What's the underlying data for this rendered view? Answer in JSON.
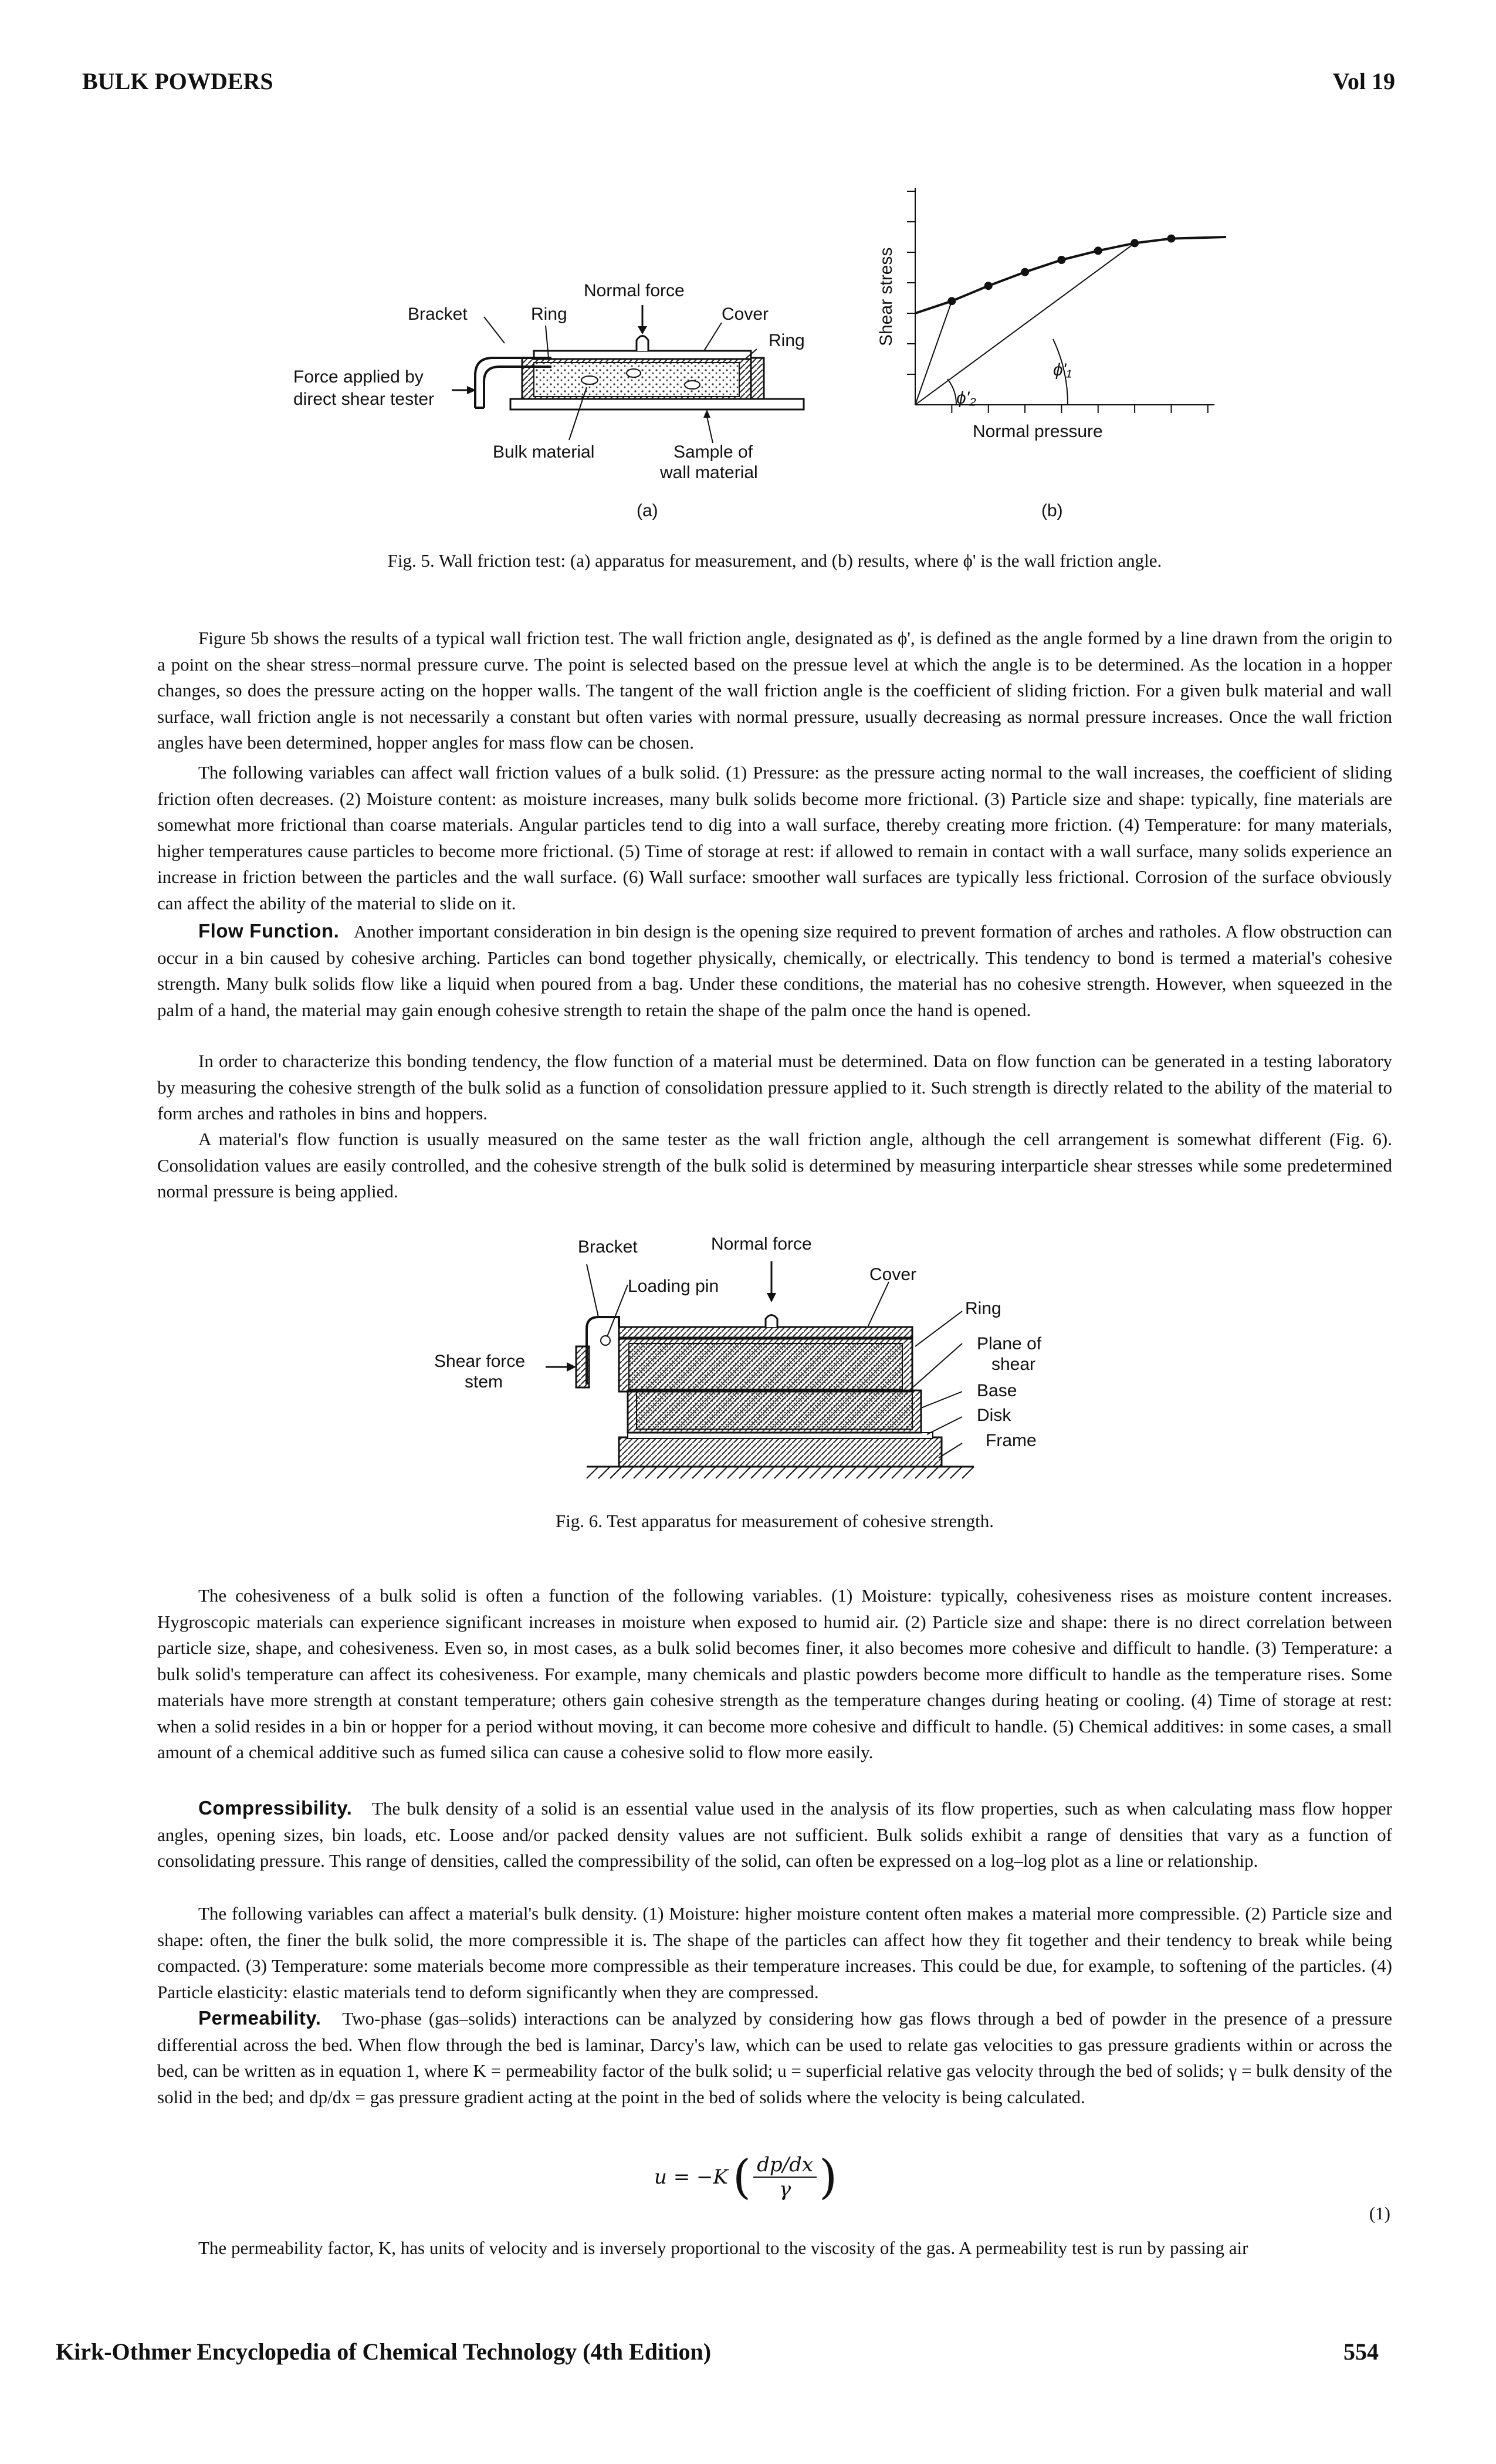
{
  "header": {
    "left": "BULK POWDERS",
    "right": "Vol 19"
  },
  "fig5": {
    "a": {
      "bracket": "Bracket",
      "ring_left": "Ring",
      "normal_force": "Normal force",
      "cover": "Cover",
      "ring_right": "Ring",
      "force_line1": "Force applied by",
      "force_line2": "direct shear tester",
      "bulk_material": "Bulk material",
      "sample_line1": "Sample of",
      "sample_line2": "wall material",
      "tag": "(a)"
    },
    "b": {
      "ylabel": "Shear stress",
      "xlabel": "Normal pressure",
      "phi1": "ϕ'₁",
      "phi2": "ϕ'₂",
      "tag": "(b)"
    },
    "caption": "Fig. 5. Wall friction test: (a) apparatus for measurement, and (b) results, where ϕ' is the wall friction angle."
  },
  "chart_data": {
    "type": "scatter",
    "xlabel": "Normal pressure",
    "ylabel": "Shear stress",
    "x": [
      1,
      2,
      3,
      4,
      5,
      6,
      7
    ],
    "y": [
      3.4,
      3.9,
      4.35,
      4.75,
      5.05,
      5.3,
      5.45
    ],
    "xlim": [
      0,
      8.5
    ],
    "ylim": [
      0,
      7.5
    ],
    "curve_end": [
      8.5,
      5.5
    ],
    "annotations": [
      "ϕ'₁",
      "ϕ'₂"
    ]
  },
  "para1": "Figure 5b shows the results of a typical wall friction test. The wall friction angle, designated as ϕ', is defined as the angle formed by a line drawn from the origin to a point on the shear stress–normal pressure curve. The point is selected based on the pressue level at which the angle is to be determined. As the location in a hopper changes, so does the pressure acting on the hopper walls. The tangent of the wall friction angle is the coefficient of sliding friction. For a given bulk material and wall surface, wall friction angle is not necessarily a constant but often varies with normal pressure, usually decreasing as normal pressure increases. Once the wall friction angles have been determined, hopper angles for mass flow can be chosen.",
  "para2": "The following variables can affect wall friction values of a bulk solid. (1) Pressure: as the pressure acting normal to the wall increases, the coefficient of sliding friction often decreases. (2) Moisture content: as moisture increases, many bulk solids become more frictional. (3) Particle size and shape: typically, fine materials are somewhat more frictional than coarse materials. Angular particles tend to dig into a wall surface, thereby creating more friction. (4) Temperature: for many materials, higher temperatures cause particles to become more frictional. (5) Time of storage at rest: if allowed to remain in contact with a wall surface, many solids experience an increase in friction between the particles and the wall surface. (6) Wall surface: smoother wall surfaces are typically less frictional. Corrosion of the surface obviously can affect the ability of the material to slide on it.",
  "flow_heading": "Flow Function.",
  "para3": "Another important consideration in bin design is the opening size required to prevent formation of arches and ratholes. A flow obstruction can occur in a bin caused by cohesive arching. Particles can bond together physically, chemically, or electrically. This tendency to bond is termed a material's cohesive strength. Many bulk solids flow like a liquid when poured from a bag. Under these conditions, the material has no cohesive strength. However, when squeezed in the palm of a hand, the material may gain enough cohesive strength to retain the shape of the palm once the hand is opened.",
  "para4": "In order to characterize this bonding tendency, the flow function of a material must be determined. Data on flow function can be generated in a testing laboratory by measuring the cohesive strength of the bulk solid as a function of consolidation pressure applied to it. Such strength is directly related to the ability of the material to form arches and ratholes in bins and hoppers.",
  "para5": "A material's flow function is usually measured on the same tester as the wall friction angle, although the cell arrangement is somewhat different (Fig. 6). Consolidation values are easily controlled, and the cohesive strength of the bulk solid is determined by measuring interparticle shear stresses while some predetermined normal pressure is being applied.",
  "fig6": {
    "bracket": "Bracket",
    "normal_force": "Normal force",
    "loading_pin": "Loading pin",
    "cover": "Cover",
    "ring": "Ring",
    "plane_line1": "Plane of",
    "plane_line2": "shear",
    "base": "Base",
    "disk": "Disk",
    "frame": "Frame",
    "shear_line1": "Shear force",
    "shear_line2": "stem",
    "caption": "Fig. 6. Test apparatus for measurement of cohesive strength."
  },
  "para6": "The cohesiveness of a bulk solid is often a function of the following variables. (1) Moisture: typically, cohesiveness rises as moisture content increases. Hygroscopic materials can experience significant increases in moisture when exposed to humid air. (2) Particle size and shape: there is no direct correlation between particle size, shape, and cohesiveness. Even so, in most cases, as a bulk solid becomes finer, it also becomes more cohesive and difficult to handle. (3) Temperature: a bulk solid's temperature can affect its cohesiveness. For example, many chemicals and plastic powders become more difficult to handle as the temperature rises. Some materials have more strength at constant temperature; others gain cohesive strength as the temperature changes during heating or cooling. (4) Time of storage at rest: when a solid resides in a bin or hopper for a period without moving, it can become more cohesive and difficult to handle. (5) Chemical additives: in some cases, a small amount of a chemical additive such as fumed silica can cause a cohesive solid to flow more easily.",
  "comp_heading": "Compressibility.",
  "para7": "The bulk density of a solid is an essential value used in the analysis of its flow properties, such as when calculating mass flow hopper angles, opening sizes, bin loads, etc. Loose and/or packed density values are not sufficient. Bulk solids exhibit a range of densities that vary as a function of consolidating pressure. This range of densities, called the compressibility of the solid, can often be expressed on a log–log plot as a line or relationship.",
  "para8": "The following variables can affect a material's bulk density. (1) Moisture: higher moisture content often makes a material more compressible. (2) Particle size and shape: often, the finer the bulk solid, the more compressible it is. The shape of the particles can affect how they fit together and their tendency to break while being compacted. (3) Temperature: some materials become more compressible as their temperature increases. This could be due, for example, to softening of the particles. (4) Particle elasticity: elastic materials tend to deform significantly when they are compressed.",
  "perm_heading": "Permeability.",
  "para9": "Two-phase (gas–solids) interactions can be analyzed by considering how gas flows through a bed of powder in the presence of a pressure differential across the bed. When flow through the bed is laminar, Darcy's law, which can be used to relate gas velocities to gas pressure gradients within or across the bed, can be written as in equation 1, where K = permeability factor of the bulk solid; u = superficial relative gas velocity through the bed of solids; γ = bulk density of the solid in the bed; and dp/dx = gas pressure gradient acting at the point in the bed of solids where the velocity is being calculated.",
  "equation": {
    "lhs": "u = −K",
    "num": "dp/dx",
    "den": "γ",
    "number": "(1)"
  },
  "para10": "The permeability factor, K, has units of velocity and is inversely proportional to the viscosity of the gas. A permeability test is run by passing air",
  "footer": {
    "left": "Kirk-Othmer Encyclopedia of Chemical Technology (4th Edition)",
    "right": "554"
  }
}
